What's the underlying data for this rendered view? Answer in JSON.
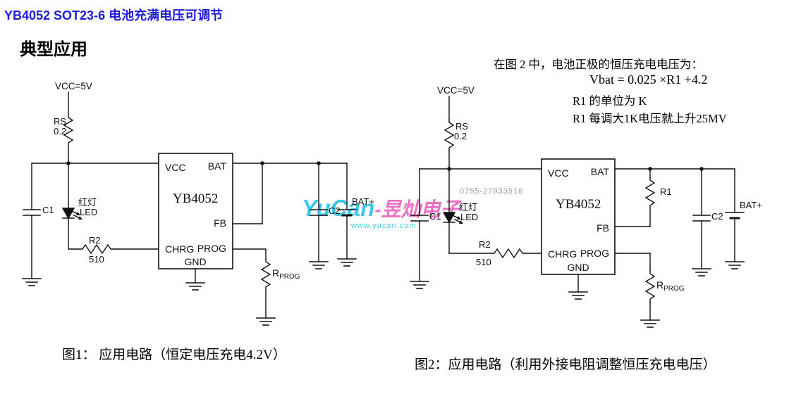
{
  "header": {
    "doc_title": "YB4052 SOT23-6 电池充满电压可调节",
    "section_title": "典型应用"
  },
  "note": {
    "line1": "在图 2 中，电池正极的恒压充电电压为：",
    "formula": "Vbat = 0.025 ×R1 +4.2",
    "line3": "R1 的单位为 K",
    "line4": "R1 每调大1K电压就上升25MV"
  },
  "watermark": {
    "phone": "0755-27933516",
    "brand_en": "YuCan",
    "brand_cn": "-昱灿电子",
    "url": "www.yucan.com"
  },
  "circuit1": {
    "vcc": "VCC=5V",
    "rs": "RS",
    "rs_value": "0.2",
    "c1": "C1",
    "led_line1": "红灯",
    "led_line2": "LED",
    "r2": "R2",
    "r2_value": "510",
    "ic_name": "YB4052",
    "pin_vcc": "VCC",
    "pin_bat": "BAT",
    "pin_fb": "FB",
    "pin_chrg": "CHRG",
    "pin_prog": "PROG",
    "pin_gnd": "GND",
    "c2": "C2",
    "bat_plus": "BAT+",
    "rprog_main": "R",
    "rprog_sub": "PROG",
    "caption": "图1： 应用电路（恒定电压充电4.2V）"
  },
  "circuit2": {
    "vcc": "VCC=5V",
    "rs": "RS",
    "rs_value": "0.2",
    "c1": "C1",
    "led_line1": "红灯",
    "led_line2": "LED",
    "r2": "R2",
    "r2_value": "510",
    "ic_name": "YB4052",
    "pin_vcc": "VCC",
    "pin_bat": "BAT",
    "pin_fb": "FB",
    "pin_chrg": "CHRG",
    "pin_prog": "PROG",
    "pin_gnd": "GND",
    "r1": "R1",
    "c2": "C2",
    "bat_plus": "BAT+",
    "rprog_main": "R",
    "rprog_sub": "PROG",
    "caption": "图2：应用电路（利用外接电阻调整恒压充电电压）"
  }
}
